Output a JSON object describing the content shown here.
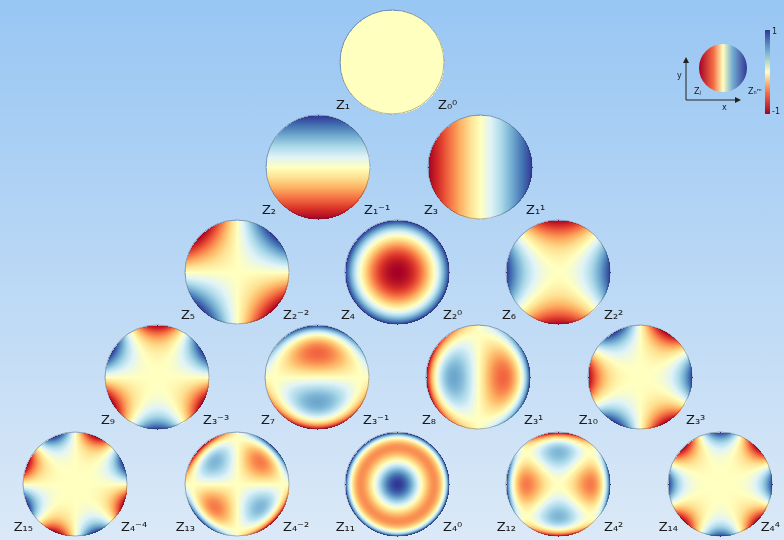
{
  "diagram": {
    "labels": [
      "Z₁",
      "Z₀⁰",
      "Z₂",
      "Z₁⁻¹",
      "Z₃",
      "Z₁¹",
      "Z₅",
      "Z₂⁻²",
      "Z₄",
      "Z₂⁰",
      "Z₆",
      "Z₂²",
      "Z₉",
      "Z₃⁻³",
      "Z₇",
      "Z₃⁻¹",
      "Z₈",
      "Z₃¹",
      "Z₁₀",
      "Z₃³",
      "Z₁₅",
      "Z₄⁻⁴",
      "Z₁₃",
      "Z₄⁻²",
      "Z₁₁",
      "Z₄⁰",
      "Z₁₂",
      "Z₄²",
      "Z₁₄",
      "Z₄⁴",
      "y",
      "x",
      "Zⱼ",
      "Zₙᵐ",
      "1",
      "-1"
    ]
  }
}
